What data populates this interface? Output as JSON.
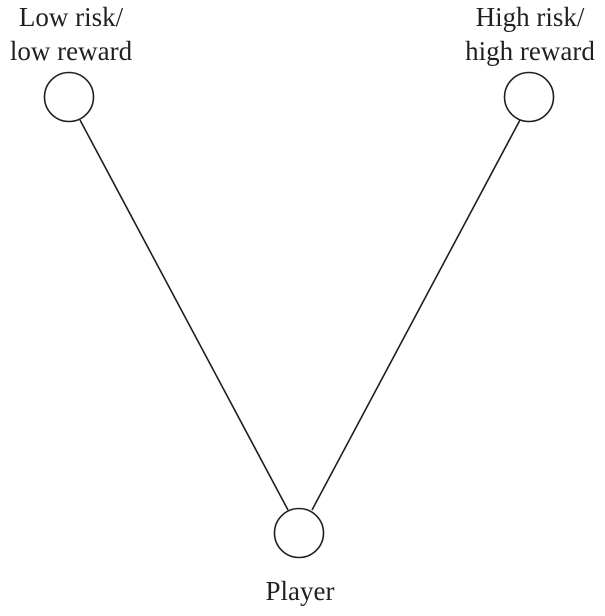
{
  "diagram": {
    "nodes": [
      {
        "id": "low",
        "label_lines": [
          "Low risk/",
          "low reward"
        ]
      },
      {
        "id": "high",
        "label_lines": [
          "High risk/",
          "high reward"
        ]
      },
      {
        "id": "player",
        "label_lines": [
          "Player"
        ]
      }
    ],
    "edges": [
      {
        "from": "player",
        "to": "low"
      },
      {
        "from": "player",
        "to": "high"
      }
    ],
    "stroke_color": "#231f20"
  }
}
